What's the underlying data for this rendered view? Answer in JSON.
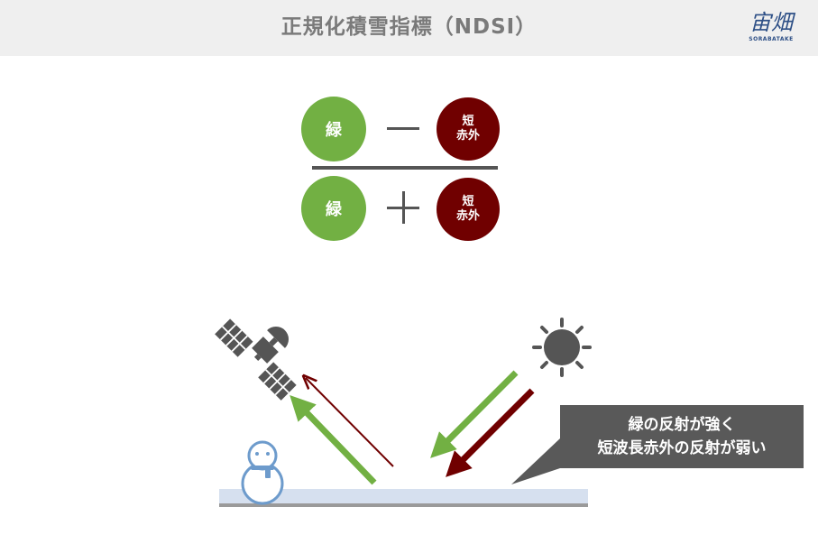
{
  "header": {
    "title": "正規化積雪指標（NDSI）",
    "logo_text": "宙畑",
    "logo_sub": "SORABATAKE"
  },
  "formula": {
    "numerator": {
      "left": "緑",
      "operator": "minus",
      "right_line1": "短",
      "right_line2": "赤外"
    },
    "denominator": {
      "left": "緑",
      "operator": "plus",
      "right_line1": "短",
      "right_line2": "赤外"
    }
  },
  "illustration": {
    "icons": [
      "satellite-icon",
      "sun-icon",
      "snowman-icon"
    ],
    "callout_line1": "緑の反射が強く",
    "callout_line2": "短波長赤外の反射が弱い"
  },
  "colors": {
    "green": "#72b043",
    "swir": "#700000",
    "snow_ground": "#d6e0ef",
    "dark": "#555555"
  }
}
